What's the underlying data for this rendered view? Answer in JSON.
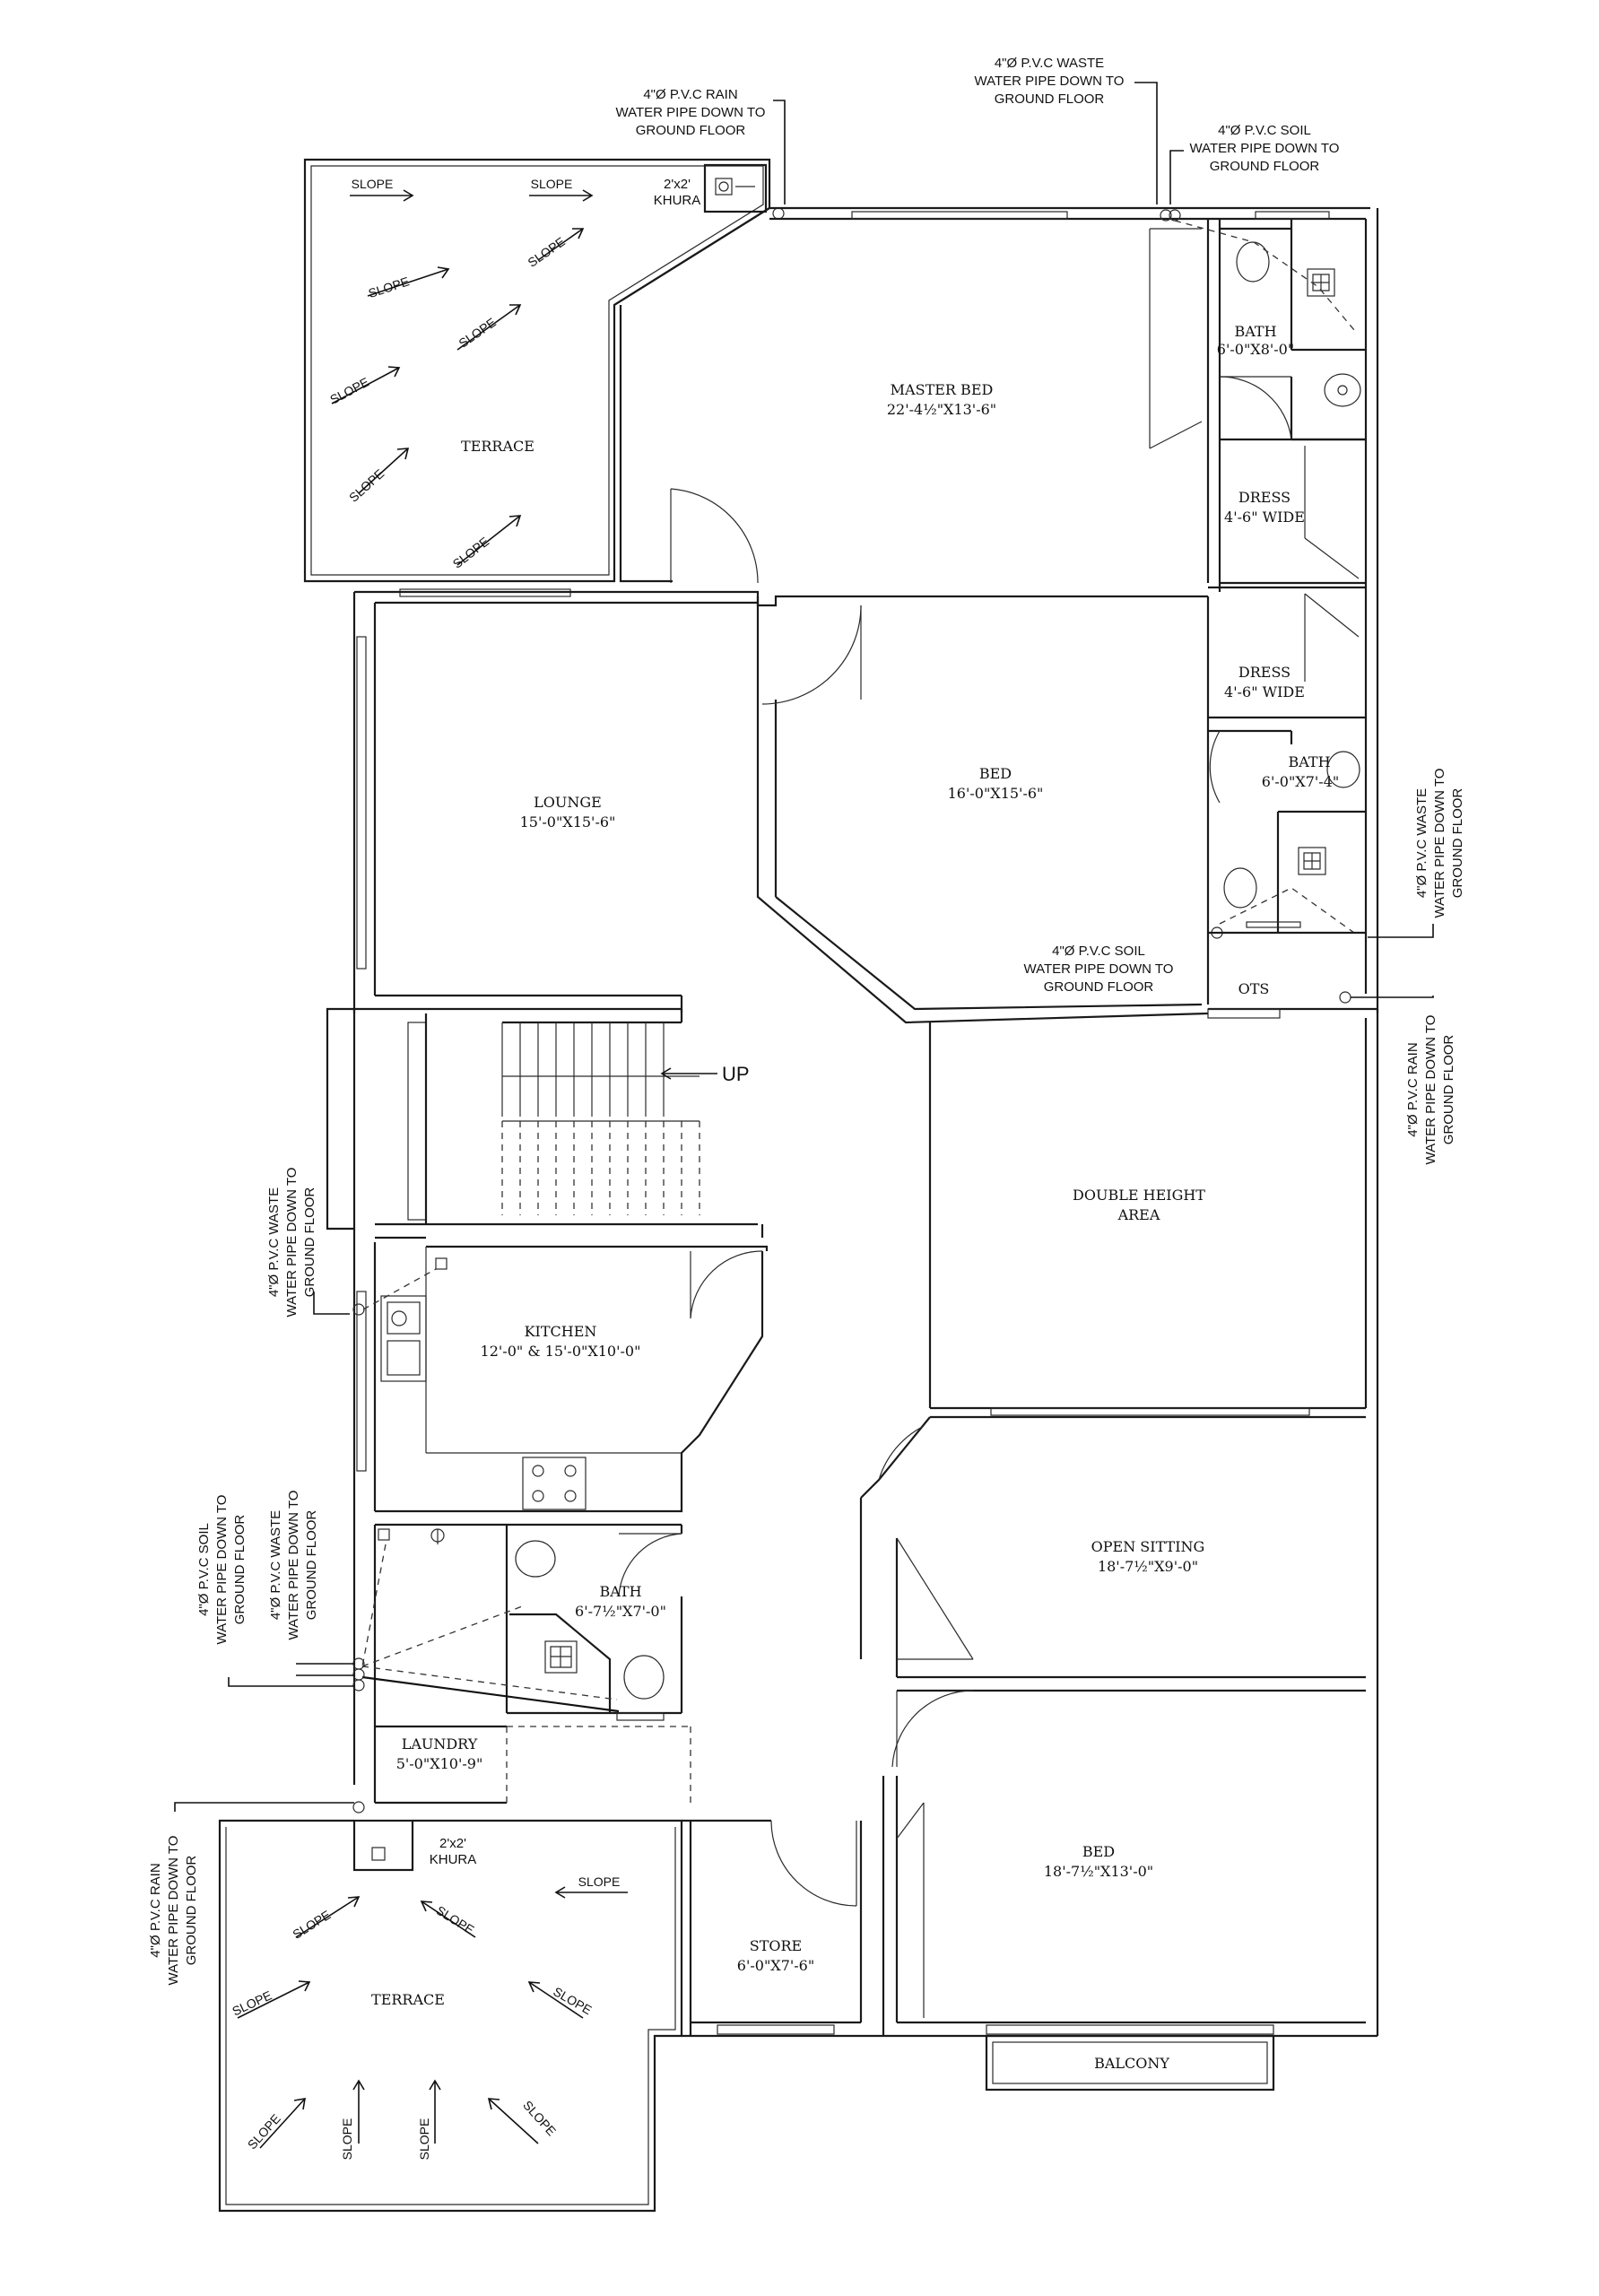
{
  "rooms": {
    "terrace_top": {
      "name": "TERRACE"
    },
    "khura_top": {
      "name": "2'x2'",
      "sub": "KHURA"
    },
    "master_bed": {
      "name": "MASTER BED",
      "size": "22'-4½\"X13'-6\""
    },
    "bath_master": {
      "name": "BATH",
      "size": "6'-0\"X8'-0\""
    },
    "dress_1": {
      "name": "DRESS",
      "size": "4'-6\" WIDE"
    },
    "dress_2": {
      "name": "DRESS",
      "size": "4'-6\" WIDE"
    },
    "bath_2": {
      "name": "BATH",
      "size": "6'-0\"X7'-4\""
    },
    "lounge": {
      "name": "LOUNGE",
      "size": "15'-0\"X15'-6\""
    },
    "bed_1": {
      "name": "BED",
      "size": "16'-0\"X15'-6\""
    },
    "ots": {
      "name": "OTS"
    },
    "double_height": {
      "name": "DOUBLE HEIGHT",
      "sub": "AREA"
    },
    "stair_up": {
      "name": "UP"
    },
    "kitchen": {
      "name": "KITCHEN",
      "size": "12'-0\" & 15'-0\"X10'-0\""
    },
    "bath_3": {
      "name": "BATH",
      "size": "6'-7½\"X7'-0\""
    },
    "open_sitting": {
      "name": "OPEN SITTING",
      "size": "18'-7½\"X9'-0\""
    },
    "laundry": {
      "name": "LAUNDRY",
      "size": "5'-0\"X10'-9\""
    },
    "khura_bottom": {
      "name": "2'x2'",
      "sub": "KHURA"
    },
    "bed_2": {
      "name": "BED",
      "size": "18'-7½\"X13'-0\""
    },
    "store": {
      "name": "STORE",
      "size": "6'-0\"X7'-6\""
    },
    "terrace_bottom": {
      "name": "TERRACE"
    },
    "balcony": {
      "name": "BALCONY"
    }
  },
  "notes": {
    "rain_top": [
      "4\"Ø P.V.C RAIN",
      "WATER PIPE DOWN TO",
      "GROUND FLOOR"
    ],
    "waste_top": [
      "4\"Ø P.V.C WASTE",
      "WATER PIPE DOWN TO",
      "GROUND FLOOR"
    ],
    "soil_top": [
      "4\"Ø P.V.C SOIL",
      "WATER PIPE DOWN TO",
      "GROUND FLOOR"
    ],
    "waste_right": [
      "4\"Ø P.V.C WASTE",
      "WATER PIPE DOWN TO",
      "GROUND FLOOR"
    ],
    "soil_mid": [
      "4\"Ø P.V.C SOIL",
      "WATER PIPE DOWN TO",
      "GROUND FLOOR"
    ],
    "rain_right": [
      "4\"Ø P.V.C RAIN",
      "WATER PIPE DOWN TO",
      "GROUND FLOOR"
    ],
    "waste_left": [
      "4\"Ø P.V.C WASTE",
      "WATER PIPE DOWN TO",
      "GROUND FLOOR"
    ],
    "soil_left": [
      "4\"Ø P.V.C SOIL",
      "WATER PIPE DOWN TO",
      "GROUND FLOOR"
    ],
    "waste_left2": [
      "4\"Ø P.V.C WASTE",
      "WATER PIPE DOWN TO",
      "GROUND FLOOR"
    ],
    "rain_left": [
      "4\"Ø P.V.C RAIN",
      "WATER PIPE DOWN TO",
      "GROUND FLOOR"
    ]
  },
  "slope_label": "SLOPE"
}
